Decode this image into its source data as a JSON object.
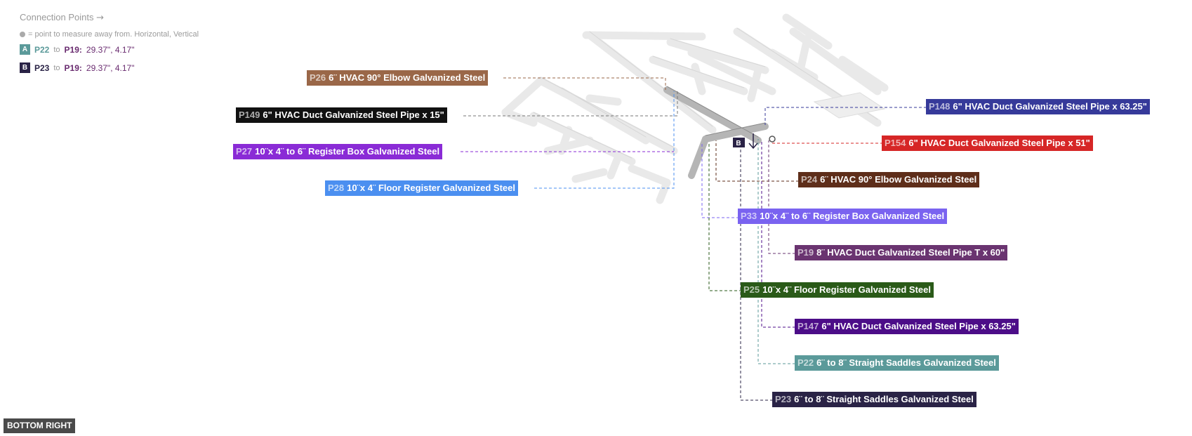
{
  "legend": {
    "title": "Connection Points",
    "title_arrow": "→",
    "note": "= point to measure away from. Horizontal, Vertical",
    "connections": [
      {
        "badge": "A",
        "from": "P22",
        "to_word": "to",
        "to": "P19:",
        "value": "29.37\", 4.17\"",
        "color": "#5b9a9a"
      },
      {
        "badge": "B",
        "from": "P23",
        "to_word": "to",
        "to": "P19:",
        "value": "29.37\", 4.17\"",
        "color": "#2a2346"
      }
    ]
  },
  "marker_label": "B",
  "labels": [
    {
      "id": "P26",
      "text": "6¨ HVAC 90° Elbow Galvanized Steel",
      "color": "#9a6748"
    },
    {
      "id": "P149",
      "text": "6\" HVAC Duct Galvanized Steel Pipe x 15\"",
      "color": "#111111"
    },
    {
      "id": "P27",
      "text": "10¨x 4¨ to 6¨ Register Box Galvanized Steel",
      "color": "#8a2bd6"
    },
    {
      "id": "P28",
      "text": "10¨x 4¨ Floor Register Galvanized Steel",
      "color": "#4b8ff0"
    },
    {
      "id": "P148",
      "text": "6\" HVAC Duct Galvanized Steel Pipe x 63.25\"",
      "color": "#363a9a"
    },
    {
      "id": "P154",
      "text": "6\" HVAC Duct Galvanized Steel Pipe x 51\"",
      "color": "#d62626"
    },
    {
      "id": "P24",
      "text": "6¨ HVAC 90° Elbow Galvanized Steel",
      "color": "#5e2e1a"
    },
    {
      "id": "P33",
      "text": "10¨x 4¨ to 6¨ Register Box Galvanized Steel",
      "color": "#7a63f0"
    },
    {
      "id": "P19",
      "text": "8¨ HVAC Duct Galvanized Steel Pipe T x 60\"",
      "color": "#6a3470"
    },
    {
      "id": "P25",
      "text": "10¨x 4¨ Floor Register Galvanized Steel",
      "color": "#2a5a18"
    },
    {
      "id": "P147",
      "text": "6\" HVAC Duct Galvanized Steel Pipe x 63.25\"",
      "color": "#4c0d88"
    },
    {
      "id": "P22",
      "text": "6¨ to 8¨ Straight Saddles Galvanized Steel",
      "color": "#5b9a9a"
    },
    {
      "id": "P23",
      "text": "6¨ to 8¨ Straight Saddles Galvanized Steel",
      "color": "#2a2346"
    }
  ],
  "corner_label": "BOTTOM RIGHT"
}
